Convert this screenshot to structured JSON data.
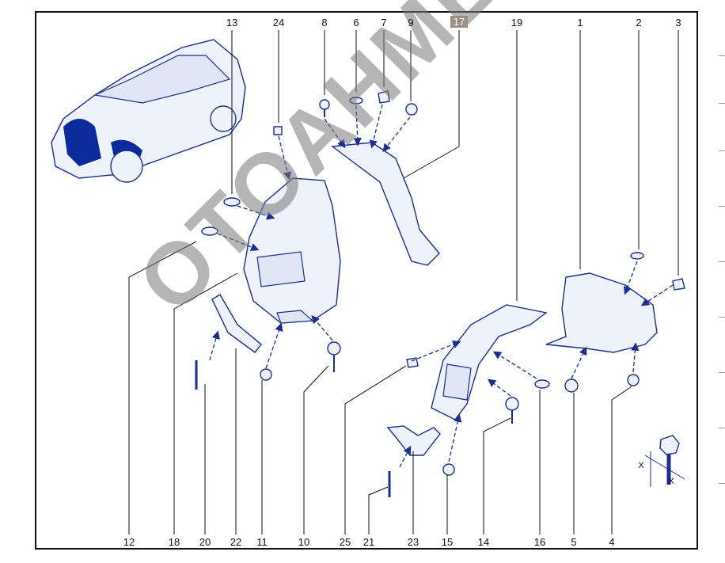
{
  "diagram": {
    "watermark": "OTOAHMET",
    "top_callouts": [
      "13",
      "24",
      "8",
      "6",
      "7",
      "9",
      "17",
      "19",
      "1",
      "2",
      "3"
    ],
    "bottom_callouts": [
      "12",
      "18",
      "20",
      "22",
      "11",
      "10",
      "25",
      "21",
      "23",
      "15",
      "14",
      "16",
      "5",
      "4"
    ],
    "highlighted_callout": "17",
    "measure_labels": [
      "X",
      "X"
    ],
    "colors": {
      "line": "#1b2f8f",
      "part_fill": "#eef2fa",
      "highlight": "#9b8f85",
      "watermark": "#787878"
    }
  }
}
